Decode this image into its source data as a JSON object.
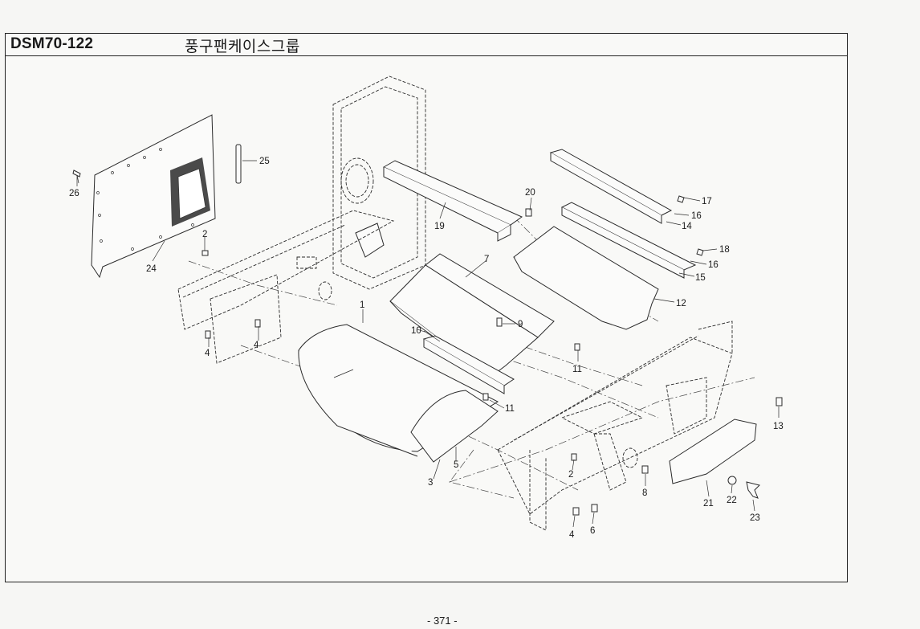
{
  "header": {
    "code": "DSM70-122",
    "title": "풍구팬케이스그룹"
  },
  "footer": {
    "page_number": "- 371 -"
  },
  "callouts": {
    "c1": "1",
    "c2a": "2",
    "c2b": "2",
    "c3": "3",
    "c4a": "4",
    "c4b": "4",
    "c4c": "4",
    "c5": "5",
    "c6": "6",
    "c7": "7",
    "c8": "8",
    "c9": "9",
    "c10": "10",
    "c11a": "11",
    "c11b": "11",
    "c12": "12",
    "c13": "13",
    "c14": "14",
    "c15": "15",
    "c16a": "16",
    "c16b": "16",
    "c17": "17",
    "c18": "18",
    "c19": "19",
    "c20": "20",
    "c21": "21",
    "c22": "22",
    "c23": "23",
    "c24": "24",
    "c25": "25",
    "c26": "26"
  }
}
